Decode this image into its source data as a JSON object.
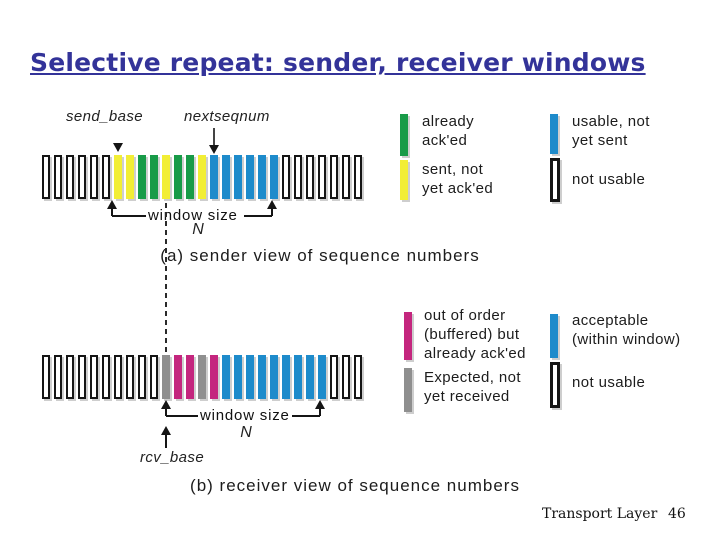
{
  "title": "Selective repeat: sender, receiver windows",
  "colors": {
    "green": "#189B48",
    "yellow": "#F2EE35",
    "blue": "#1E8BCB",
    "magenta": "#C4267E",
    "gray": "#8F8F8F",
    "white": "#FFFFFF",
    "title_accent": "#333399",
    "outline_stroke": "#151515"
  },
  "sender": {
    "send_base_label": "send_base",
    "nextseqnum_label": "nextseqnum",
    "bars": [
      "white",
      "white",
      "white",
      "white",
      "white",
      "white",
      "yellow",
      "yellow",
      "green",
      "green",
      "yellow",
      "green",
      "green",
      "yellow",
      "blue",
      "blue",
      "blue",
      "blue",
      "blue",
      "blue",
      "white",
      "white",
      "white",
      "white",
      "white",
      "white",
      "white"
    ],
    "window_size_label": "window size",
    "window_n": "N",
    "caption": "(a) sender view of sequence numbers",
    "legend": {
      "items": [
        {
          "color": "green",
          "lines": [
            "already",
            "ack'ed"
          ]
        },
        {
          "color": "yellow",
          "lines": [
            "sent, not",
            "yet ack'ed"
          ]
        },
        {
          "color": "blue",
          "lines": [
            "usable, not",
            "yet sent"
          ]
        },
        {
          "color": "white",
          "lines": [
            "not usable"
          ]
        }
      ]
    }
  },
  "receiver": {
    "rcv_base_label": "rcv_base",
    "bars": [
      "white",
      "white",
      "white",
      "white",
      "white",
      "white",
      "white",
      "white",
      "white",
      "white",
      "gray",
      "magenta",
      "magenta",
      "gray",
      "magenta",
      "blue",
      "blue",
      "blue",
      "blue",
      "blue",
      "blue",
      "blue",
      "blue",
      "blue",
      "white",
      "white",
      "white"
    ],
    "window_size_label": "window size",
    "window_n": "N",
    "caption": "(b) receiver view of sequence numbers",
    "legend": {
      "items": [
        {
          "color": "magenta",
          "lines": [
            "out of order",
            "(buffered) but",
            "already ack'ed"
          ]
        },
        {
          "color": "gray",
          "lines": [
            "Expected, not",
            "yet received"
          ]
        },
        {
          "color": "blue",
          "lines": [
            "acceptable",
            "(within window)"
          ]
        },
        {
          "color": "white",
          "lines": [
            "not usable"
          ]
        }
      ]
    }
  },
  "footer": {
    "course_label": "Transport Layer",
    "page_number": "46"
  }
}
